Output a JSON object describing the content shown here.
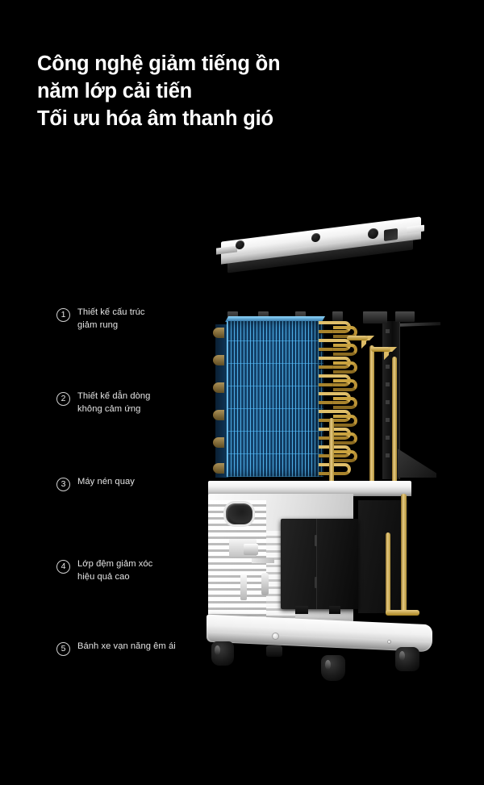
{
  "page": {
    "background_color": "#000000",
    "text_color": "#ffffff"
  },
  "heading": {
    "lines": [
      "Công nghệ giảm tiếng ồn",
      "năm lớp cải tiến",
      "Tối ưu hóa âm thanh gió"
    ]
  },
  "features": [
    {
      "number": "1",
      "label": "Thiết kế cấu trúc\ngiảm rung"
    },
    {
      "number": "2",
      "label": "Thiết kế dẫn dòng\nkhông cảm ứng"
    },
    {
      "number": "3",
      "label": "Máy nén quay"
    },
    {
      "number": "4",
      "label": "Lớp đệm giảm xóc\nhiệu quả cao"
    },
    {
      "number": "5",
      "label": "Bánh xe vạn năng êm ái"
    }
  ],
  "product_image": {
    "description": "Air conditioner outdoor unit exploded view",
    "parts": [
      "top-cover-panel",
      "blue-condenser-coil",
      "gold-copper-tubing",
      "rear-dark-panel",
      "white-chassis-panel",
      "black-compressor",
      "white-base-tray",
      "caster-wheels"
    ],
    "colors": {
      "coil": "#14456f",
      "coil_fin_line": "#5ac3ff",
      "copper_tube": "#c8a03c",
      "chassis_white": "#ededed",
      "compressor_black": "#171717"
    }
  }
}
